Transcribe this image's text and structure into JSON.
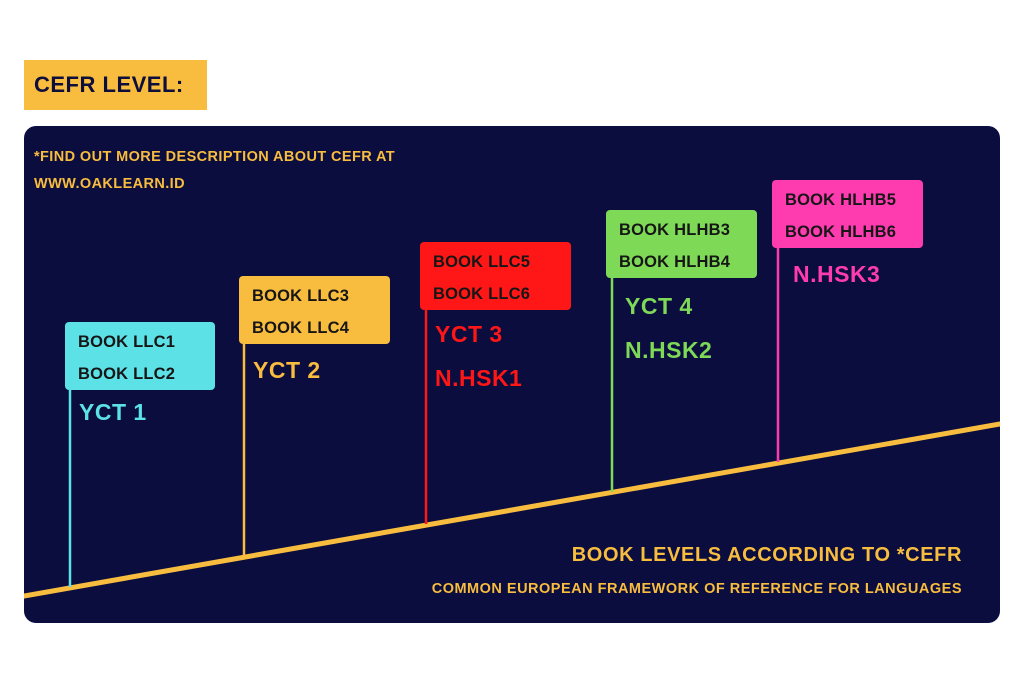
{
  "title": "CEFR LEVEL:",
  "note": {
    "line1": "*FIND OUT MORE DESCRIPTION ABOUT CEFR AT",
    "line2": "WWW.OAKLEARN.ID"
  },
  "colors": {
    "accent": "#f8bd3e",
    "panel": "#0b0d3e",
    "cyan": "#5ce1e6",
    "yellow": "#f8bd3e",
    "red": "#ff1616",
    "green": "#7ed957",
    "pink": "#ff3bb0"
  },
  "steps": [
    {
      "book1": "BOOK LLC1",
      "book2": "BOOK LLC2",
      "level1": "YCT 1",
      "level2": ""
    },
    {
      "book1": "BOOK LLC3",
      "book2": "BOOK LLC4",
      "level1": "YCT 2",
      "level2": ""
    },
    {
      "book1": "BOOK LLC5",
      "book2": "BOOK LLC6",
      "level1": "YCT 3",
      "level2": "N.HSK1"
    },
    {
      "book1": "BOOK HLHB3",
      "book2": "BOOK HLHB4",
      "level1": "YCT 4",
      "level2": "N.HSK2"
    },
    {
      "book1": "BOOK HLHB5",
      "book2": "BOOK HLHB6",
      "level1": "N.HSK3",
      "level2": ""
    }
  ],
  "footer": {
    "heading": "BOOK LEVELS ACCORDING TO *CEFR",
    "subheading": "COMMON EUROPEAN FRAMEWORK OF REFERENCE FOR LANGUAGES"
  }
}
